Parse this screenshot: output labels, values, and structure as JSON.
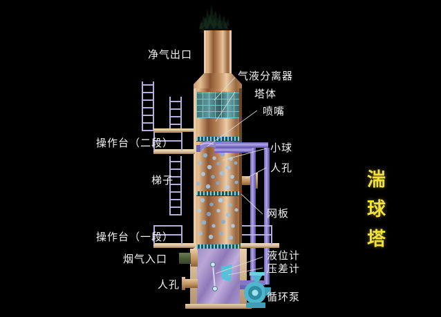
{
  "diagram": {
    "title_vertical": "湍球塔",
    "background_color": "#000000",
    "label_color": "#f2f2f2",
    "title_color": "#f2e13a",
    "labels": {
      "clean_gas_outlet": "净气出口",
      "gas_liquid_separator": "气液分离器",
      "tower_body": "塔体",
      "spray_nozzle": "喷嘴",
      "platform_stage2": "操作台（二段）",
      "small_ball": "小球",
      "manhole_upper": "人孔",
      "ladder": "梯子",
      "mesh_plate": "网板",
      "platform_stage1": "操作台（一段）",
      "flue_gas_inlet": "烟气入口",
      "level_gauge": "液位计",
      "differential_pressure_gauge": "压差计",
      "manhole_lower": "人孔",
      "circulation_pump": "循环泵"
    }
  }
}
